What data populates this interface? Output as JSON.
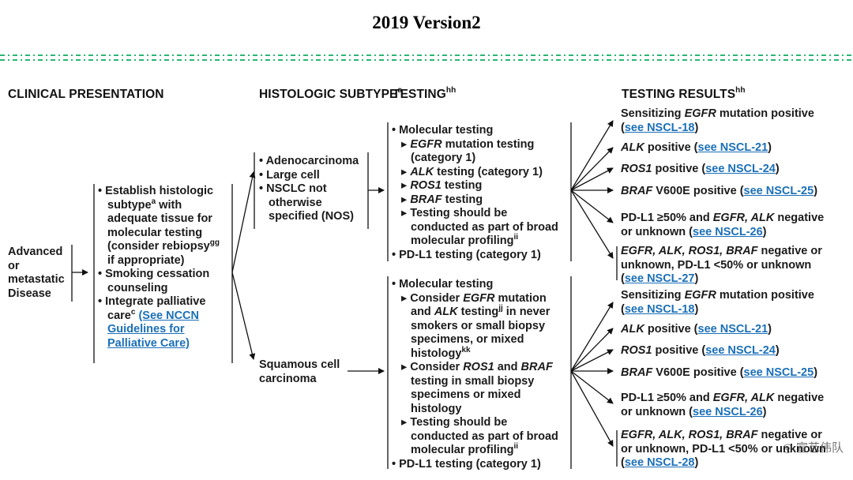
{
  "title": "2019 Version2",
  "headers": {
    "clinical": "CLINICAL PRESENTATION",
    "histologic": "HISTOLOGIC SUBTYPE",
    "histologic_sup": "a",
    "testing": "TESTING",
    "testing_sup": "hh",
    "results": "TESTING RESULTS",
    "results_sup": "hh"
  },
  "presentation": [
    "Advanced",
    "or",
    "metastatic",
    "Disease"
  ],
  "workup": {
    "l1": "• Establish histologic",
    "l2a": "subtype",
    "l2sup": "a",
    "l2b": " with",
    "l3": "adequate tissue for",
    "l4": "molecular testing",
    "l5a": "(consider rebiopsy",
    "l5sup": "gg",
    "l6": "if appropriate)",
    "l7": "• Smoking cessation",
    "l8": "counseling",
    "l9": "• Integrate palliative",
    "l10a": "care",
    "l10sup": "c",
    "l10link": "(See NCCN",
    "l11link": "Guidelines for",
    "l12link": "Palliative Care)"
  },
  "subtypes": {
    "adeno": [
      "• Adenocarcinoma",
      "• Large cell",
      "• NSCLC not",
      "otherwise",
      "specified (NOS)"
    ],
    "squamous": [
      "Squamous cell",
      "carcinoma"
    ]
  },
  "testing_top": {
    "l1": "• Molecular testing",
    "l2a": "▸ ",
    "l2i": "EGFR",
    "l2b": " mutation testing",
    "l3": "(category 1)",
    "l4a": "▸ ",
    "l4i": "ALK",
    "l4b": " testing (category 1)",
    "l5a": "▸ ",
    "l5i": "ROS1",
    "l5b": " testing",
    "l6a": "▸ ",
    "l6i": "BRAF",
    "l6b": " testing",
    "l7": "▸ Testing should be",
    "l8": "conducted as part of broad",
    "l9a": "molecular profiling",
    "l9sup": "ii",
    "l10": "• PD-L1 testing (category 1)"
  },
  "testing_bottom": {
    "l1": "• Molecular testing",
    "l2a": "▸ Consider ",
    "l2i": "EGFR",
    "l2b": " mutation",
    "l3a": "and ",
    "l3i": "ALK",
    "l3b": " testing",
    "l3sup": "jj",
    "l3c": " in never",
    "l4": "smokers or small biopsy",
    "l5": "specimens, or mixed",
    "l6a": "histology",
    "l6sup": "kk",
    "l7a": "▸ Consider ",
    "l7i": "ROS1",
    "l7b": " and ",
    "l7i2": "BRAF",
    "l8": "testing in small biopsy",
    "l9": "specimens or mixed",
    "l10": "histology",
    "l11": "▸ Testing should be",
    "l12": "conducted as part of broad",
    "l13a": "molecular profiling",
    "l13sup": "ii",
    "l14": "• PD-L1 testing (category 1)"
  },
  "results_top": {
    "r1a": "Sensitizing ",
    "r1i": "EGFR",
    "r1b": " mutation positive",
    "r1c": "(",
    "r1link": "see NSCL-18",
    "r1d": ")",
    "r2i": "ALK",
    "r2b": " positive (",
    "r2link": "see NSCL-21",
    "r2d": ")",
    "r3i": "ROS1",
    "r3b": " positive (",
    "r3link": "see NSCL-24",
    "r3d": ")",
    "r4i": "BRAF",
    "r4b": " V600E positive (",
    "r4link": "see NSCL-25",
    "r4d": ")",
    "r5a": "PD-L1 ≥50% and ",
    "r5i": "EGFR, ALK",
    "r5b": " negative",
    "r5c": "or unknown (",
    "r5link": "see NSCL-26",
    "r5d": ")",
    "r6i": "EGFR, ALK, ROS1, BRAF",
    "r6b": " negative or",
    "r6c": "unknown, PD-L1 <50% or unknown",
    "r6e": "(",
    "r6link": "see NSCL-27",
    "r6d": ")"
  },
  "results_bottom": {
    "r1a": "Sensitizing ",
    "r1i": "EGFR",
    "r1b": " mutation positive",
    "r1c": "(",
    "r1link": "see NSCL-18",
    "r1d": ")",
    "r2i": "ALK",
    "r2b": " positive (",
    "r2link": "see NSCL-21",
    "r2d": ")",
    "r3i": "ROS1",
    "r3b": " positive (",
    "r3link": "see NSCL-24",
    "r3d": ")",
    "r4i": "BRAF",
    "r4b": " V600E positive (",
    "r4link": "see NSCL-25",
    "r4d": ")",
    "r5a": "PD-L1 ≥50% and ",
    "r5i": "EGFR, ALK",
    "r5b": " negative",
    "r5c": "or unknown (",
    "r5link": "see NSCL-26",
    "r5d": ")",
    "r6i": "EGFR, ALK, ROS1, BRAF",
    "r6b": " negative or",
    "r6c": "or unknown, PD-L1 <50% or unknown",
    "r6e": "(",
    "r6link": "see NSCL-28",
    "r6d": ")"
  },
  "watermark": "宣艺伟队",
  "colors": {
    "link": "#1a6fb8",
    "divider": "#2bb673",
    "text": "#1a1a1a"
  }
}
